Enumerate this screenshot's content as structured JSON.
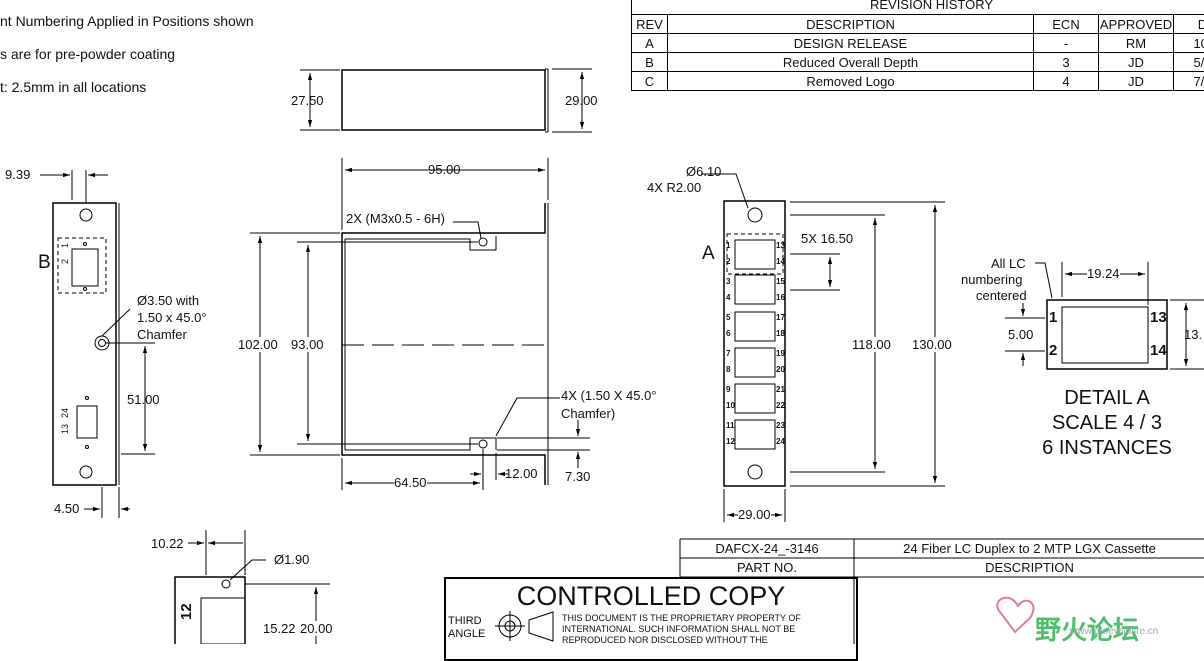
{
  "notes": [
    "nt Numbering Applied in Positions shown",
    "s are for pre-powder coating",
    "t: 2.5mm in all locations"
  ],
  "revision": {
    "title": "REVISION HISTORY",
    "headers": [
      "REV",
      "DESCRIPTION",
      "ECN",
      "APPROVED",
      "D"
    ],
    "rows": [
      [
        "A",
        "DESIGN RELEASE",
        "-",
        "RM",
        "10/"
      ],
      [
        "B",
        "Reduced Overall Depth",
        "3",
        "JD",
        "5/1"
      ],
      [
        "C",
        "Removed Logo",
        "4",
        "JD",
        "7/1"
      ]
    ]
  },
  "dims": {
    "d2750": "27.50",
    "d2900_top": "29.00",
    "d939": "9.39",
    "d9500": "95.00",
    "hole_note": "2X (M3x0.5 - 6H)",
    "d10200": "102.00",
    "d9300": "93.00",
    "d6450": "64.50",
    "d1200": "12.00",
    "d730": "7.30",
    "chamfer4x_1": "4X (1.50 X 45.0°",
    "chamfer4x_2": "Chamfer)",
    "hole350_1": "Ø3.50 with",
    "hole350_2": "1.50 x 45.0°",
    "hole350_3": "Chamfer",
    "d5100": "51.00",
    "d450": "4.50",
    "d610": "Ø6.10",
    "r200": "4X R2.00",
    "d1650": "5X 16.50",
    "d11800": "118.00",
    "d13000": "130.00",
    "d2900_bot": "29.00",
    "d1924": "19.24",
    "d500": "5.00",
    "d13_cut": "13.",
    "lc_note_1": "All LC",
    "lc_note_2": "numbering",
    "lc_note_3": "centered",
    "d1022": "10.22",
    "d190": "Ø1.90",
    "d1522": "15.22",
    "d2000": "20.00"
  },
  "view_labels": {
    "b": "B",
    "a": "A"
  },
  "side_numbers": {
    "n1": "1",
    "n2": "2",
    "n13": "13",
    "n24": "24"
  },
  "port_numbers_left": [
    "1",
    "2",
    "3",
    "4",
    "5",
    "6",
    "7",
    "8",
    "9",
    "10",
    "11",
    "12"
  ],
  "port_numbers_right": [
    "13",
    "14",
    "15",
    "16",
    "17",
    "18",
    "19",
    "20",
    "21",
    "22",
    "23",
    "24"
  ],
  "detail": {
    "line1": "DETAIL  A",
    "line2": "SCALE 4 / 3",
    "line3": "6 INSTANCES",
    "n1": "1",
    "n2": "2",
    "n13": "13",
    "n14": "14"
  },
  "bottom_view": {
    "label": "12"
  },
  "part": {
    "number": "DAFCX-24_-3146",
    "number_label": "PART NO.",
    "description": "24 Fiber LC Duplex to 2 MTP LGX Cassette",
    "description_label": "DESCRIPTION"
  },
  "controlled": {
    "title": "CONTROLLED COPY",
    "angle": "THIRD ANGLE",
    "text": "THIS DOCUMENT IS THE PROPRIETARY PROPERTY OF INTERNATIONAL. SUCH INFORMATION SHALL NOT BE REPRODUCED NOR DISCLOSED WITHOUT THE"
  },
  "watermark": {
    "text": "野火论坛",
    "url": "www.proewildfire.cn"
  }
}
